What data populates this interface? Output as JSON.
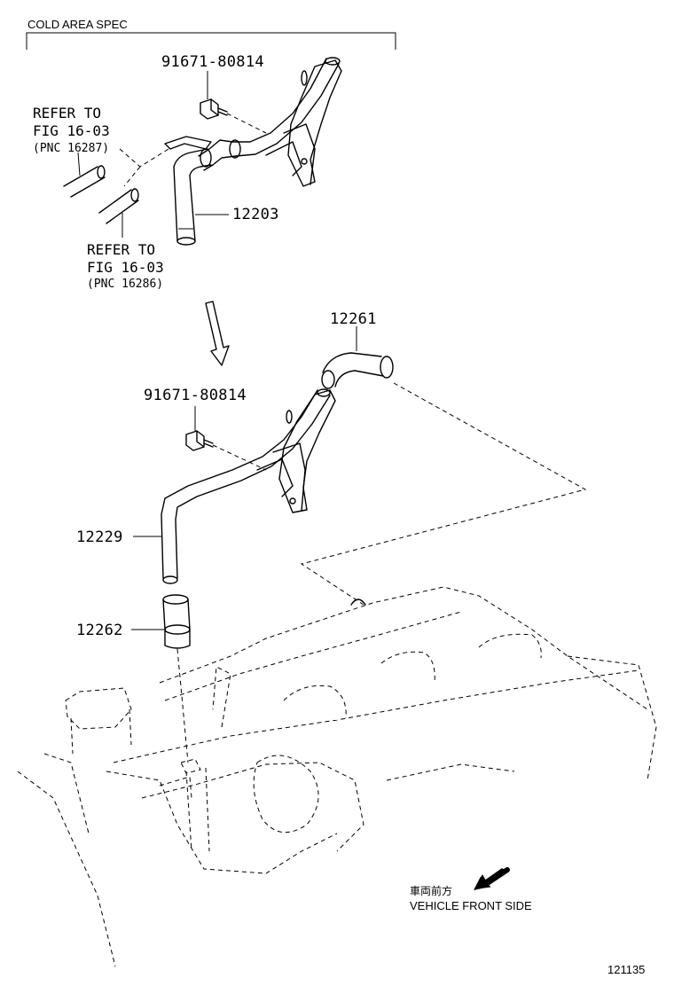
{
  "header": {
    "title": "COLD AREA SPEC"
  },
  "parts": {
    "bolt_top": "91671-80814",
    "hose_12203": "12203",
    "refer_top": {
      "line1": "REFER TO",
      "line2": "FIG 16-03",
      "line3": "(PNC 16287)"
    },
    "refer_bottom": {
      "line1": "REFER TO",
      "line2": "FIG 16-03",
      "line3": "(PNC 16286)"
    },
    "hose_12261": "12261",
    "bolt_mid": "91671-80814",
    "pipe_12229": "12229",
    "grommet_12262": "12262"
  },
  "footer": {
    "front_jp": "車両前方",
    "front_en": "VEHICLE FRONT SIDE",
    "figure_id": "121135"
  }
}
